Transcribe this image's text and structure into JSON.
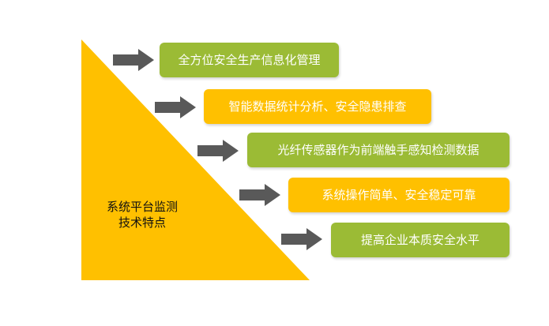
{
  "colors": {
    "triangle": "#FFC000",
    "green": "#9BBB35",
    "yellow": "#FFC000",
    "arrow": "#595959",
    "text_light": "#FFFFFF",
    "text_dark": "#111111"
  },
  "center_label": {
    "line1": "系统平台监测",
    "line2": "技术特点"
  },
  "features": [
    {
      "label": "全方位安全生产信息化管理",
      "color": "green"
    },
    {
      "label": "智能数据统计分析、安全隐患排查",
      "color": "yellow"
    },
    {
      "label": "光纤传感器作为前端触手感知检测数据",
      "color": "green"
    },
    {
      "label": "系统操作简单、安全稳定可靠",
      "color": "yellow"
    },
    {
      "label": "提高企业本质安全水平",
      "color": "green"
    }
  ],
  "icons": {
    "arrow": "right-arrow-icon"
  }
}
